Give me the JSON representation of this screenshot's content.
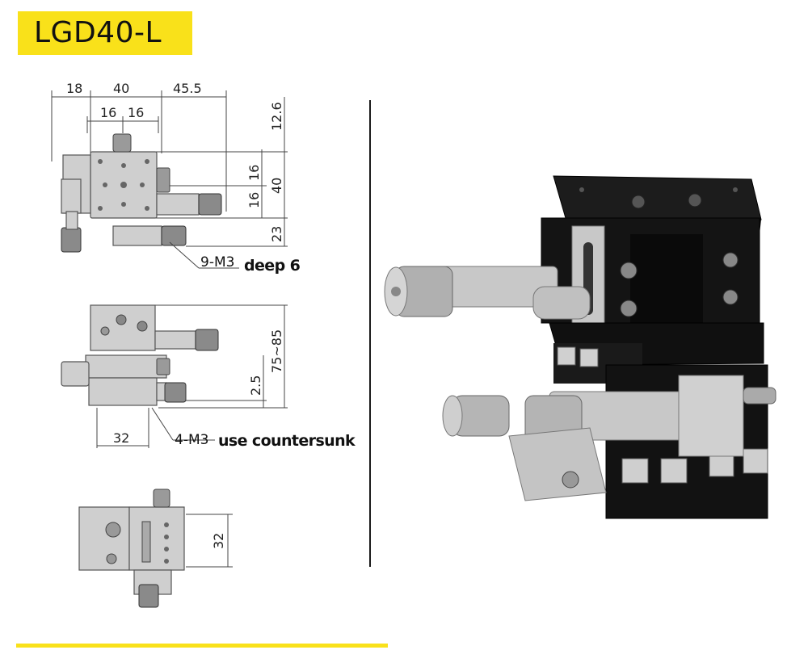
{
  "title": "LGD40-L",
  "top_view": {
    "dims_top": [
      "18",
      "40",
      "45.5"
    ],
    "dims_sub": [
      "16",
      "16"
    ],
    "dims_right": [
      "12.6",
      "16",
      "16",
      "40",
      "23"
    ],
    "note_prefix": "9-M3",
    "note_suffix": "deep 6"
  },
  "side_view": {
    "dims_right": [
      "75~85",
      "2.5"
    ],
    "dim_bottom": "32",
    "note_prefix": "4-M3",
    "note_suffix": "use countersunk"
  },
  "end_view": {
    "dim_right": "32"
  },
  "colors": {
    "accent": "#f9e11a",
    "stage_body": "#111111",
    "micrometer": "#c8c8c8"
  }
}
